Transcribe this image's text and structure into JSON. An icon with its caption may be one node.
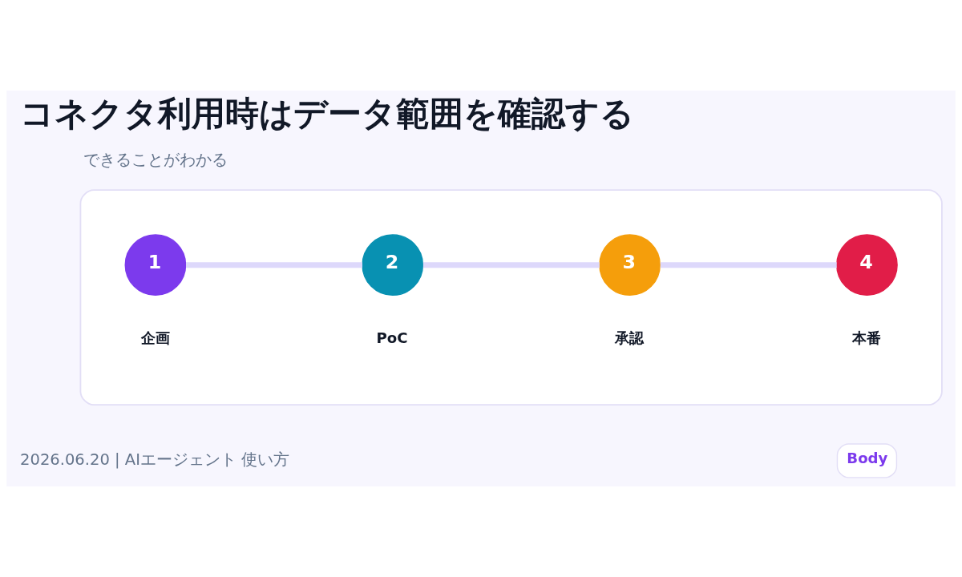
{
  "diagram": {
    "title": "コネクタ利用時はデータ範囲を確認する",
    "nodes": [
      {
        "text": [],
        "shape": "box"
      },
      {
        "text": [
          "1"
        ],
        "beside": [
          "企画"
        ],
        "in": 0
      },
      {
        "text": [
          "2"
        ],
        "beside": [
          "PoC"
        ],
        "in": 0
      },
      {
        "text": [
          "3"
        ],
        "beside": [
          "承認"
        ],
        "in": 0
      },
      {
        "text": [
          "4"
        ],
        "beside": [
          "本番"
        ],
        "in": 0
      }
    ],
    "edges": [
      {
        "from": 1,
        "to": 2,
        "arrow": "none"
      },
      {
        "from": 2,
        "to": 3,
        "arrow": "none"
      },
      {
        "from": 3,
        "to": 4,
        "arrow": "none"
      }
    ],
    "labels": [
      "できることがわかる",
      "2026.06.20 | AIエージェント 使い方",
      "Body"
    ]
  }
}
